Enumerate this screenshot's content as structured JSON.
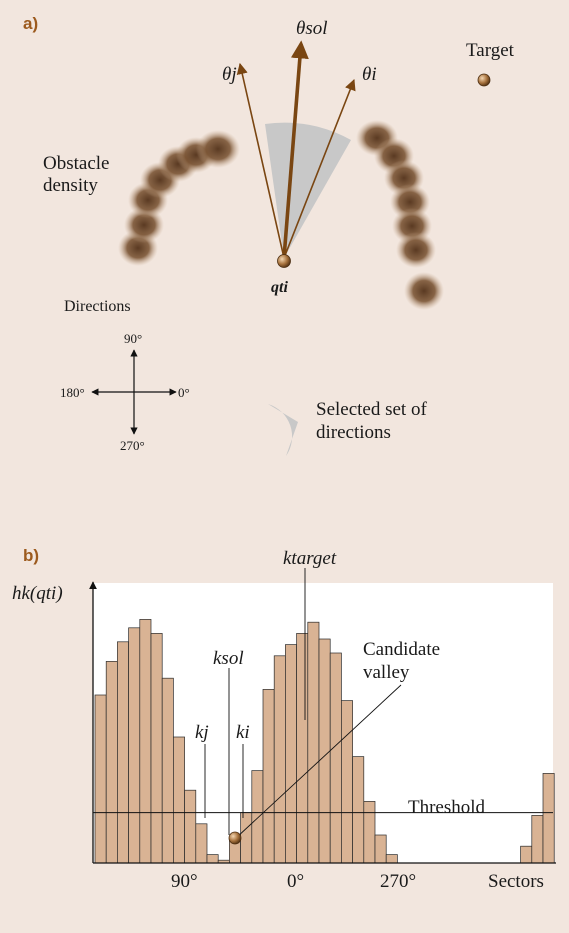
{
  "panel_a": {
    "label": "a)",
    "target_label": "Target",
    "obstacle_label_line1": "Obstacle",
    "obstacle_label_line2": "density",
    "theta_sol": "θsol",
    "theta_j": "θj",
    "theta_i": "θi",
    "robot_label": "qti",
    "directions_label": "Directions",
    "compass": {
      "north": "90°",
      "south": "270°",
      "west": "180°",
      "east": "0°"
    },
    "legend_line1": "Selected set of",
    "legend_line2": "directions",
    "colors": {
      "arrow": "#7a4612",
      "sector": "#c8c8c8",
      "obstacle": "#6b4a2e",
      "ball": "#a06c3c"
    }
  },
  "panel_b": {
    "label": "b)",
    "y_axis_label": "hk(qti)",
    "x_axis_label": "Sectors",
    "threshold_label": "Threshold",
    "annotations": {
      "k_target": "ktarget",
      "k_sol": "ksol",
      "k_j": "kj",
      "k_i": "ki",
      "candidate_line1": "Candidate",
      "candidate_line2": "valley"
    }
  },
  "chart_data": {
    "type": "bar",
    "bar_color": "#d9b394",
    "bar_stroke": "#2a2a2a",
    "x_tick_labels": [
      "90°",
      "0°",
      "270°"
    ],
    "values": [
      0.6,
      0.72,
      0.79,
      0.84,
      0.87,
      0.82,
      0.66,
      0.45,
      0.26,
      0.14,
      0.03,
      0.01,
      0.09,
      0.18,
      0.33,
      0.62,
      0.74,
      0.78,
      0.82,
      0.86,
      0.8,
      0.75,
      0.58,
      0.38,
      0.22,
      0.1,
      0.03,
      0,
      0,
      0,
      0,
      0,
      0,
      0,
      0,
      0,
      0,
      0,
      0.06,
      0.17,
      0.32
    ],
    "threshold": 0.18
  }
}
